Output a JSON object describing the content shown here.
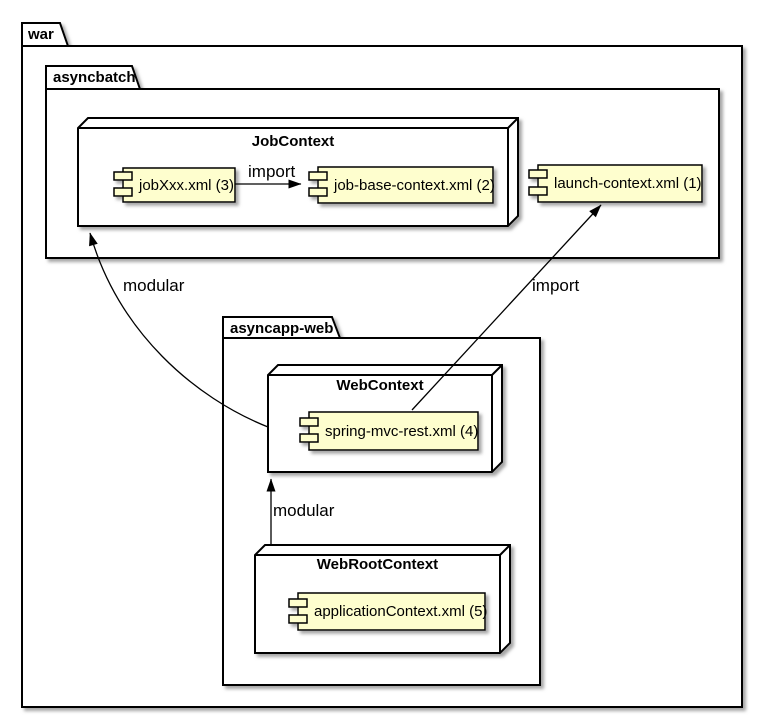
{
  "packages": [
    {
      "name": "war"
    },
    {
      "name": "asyncbatch"
    },
    {
      "name": "asyncapp-web"
    }
  ],
  "nodes": [
    {
      "title": "JobContext"
    },
    {
      "title": "WebContext"
    },
    {
      "title": "WebRootContext"
    }
  ],
  "components": [
    {
      "label": "jobXxx.xml (3)"
    },
    {
      "label": "job-base-context.xml (2)"
    },
    {
      "label": "launch-context.xml (1)"
    },
    {
      "label": "spring-mvc-rest.xml (4)"
    },
    {
      "label": "applicationContext.xml (5)"
    }
  ],
  "edges": [
    {
      "label": "import",
      "from": "jobXxx.xml (3)",
      "to": "job-base-context.xml (2)"
    },
    {
      "label": "modular",
      "from": "WebContext",
      "to": "JobContext"
    },
    {
      "label": "import",
      "from": "spring-mvc-rest.xml (4)",
      "to": "launch-context.xml (1)"
    },
    {
      "label": "modular",
      "from": "WebRootContext",
      "to": "WebContext"
    }
  ],
  "colors": {
    "component_fill": "#FEFECE",
    "border": "#000000",
    "background": "#FFFFFF",
    "shadow": "#888888"
  }
}
